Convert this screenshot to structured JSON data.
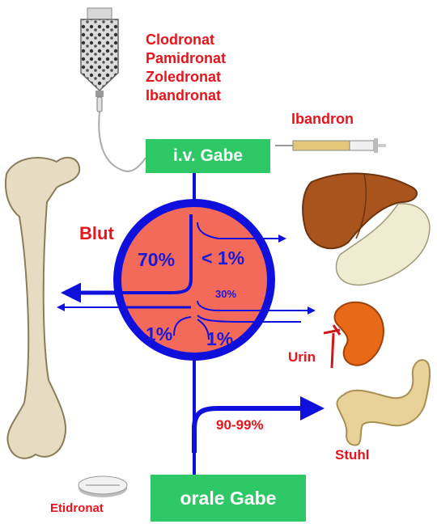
{
  "iv_drugs": [
    "Clodronat",
    "Pamidronat",
    "Zoledronat",
    "Ibandronat"
  ],
  "iv_box_label": "i.v. Gabe",
  "oral_box_label": "orale Gabe",
  "syringe_label": "Ibandron",
  "blood_label": "Blut",
  "urine_label": "Urin",
  "stool_label": "Stuhl",
  "tablet_label": "Etidronat",
  "percentages": {
    "top_left": "70%",
    "top_right": "< 1%",
    "mid_right": "30%",
    "bottom_left": "1%",
    "bottom_right": "1%",
    "oral_path": "90-99%"
  },
  "colors": {
    "flow_blue": "#1010dd",
    "circle_fill": "#f46a5a",
    "box_green": "#2ec866",
    "label_red": "#e8141c"
  },
  "icons": [
    "iv-bag-icon",
    "syringe-icon",
    "bone-icon",
    "liver-icon",
    "kidney-icon",
    "intestine-icon",
    "tablet-icon"
  ]
}
